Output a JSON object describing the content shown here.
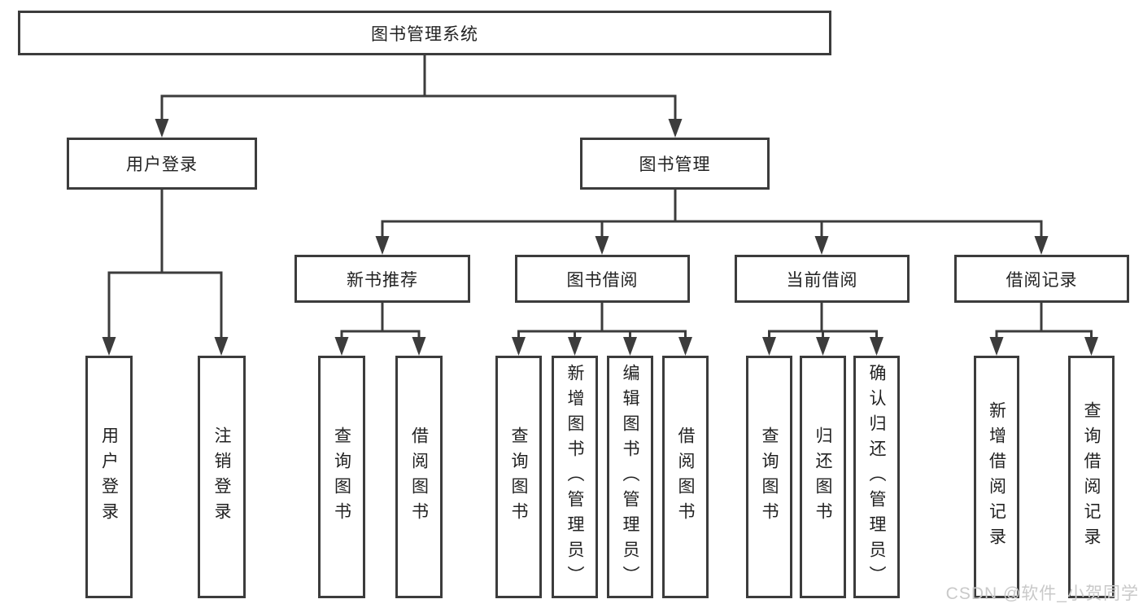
{
  "colors": {
    "line": "#3c3c3c",
    "text": "#222222",
    "background": "#ffffff",
    "watermark_color": "#c9c9c9"
  },
  "watermark": {
    "text": "CSDN @软件_小贺同学"
  },
  "tree": {
    "label": "图书管理系统",
    "children": [
      {
        "label": "用户登录",
        "children": [
          {
            "label": "用户登录"
          },
          {
            "label": "注销登录"
          }
        ]
      },
      {
        "label": "图书管理",
        "children": [
          {
            "label": "新书推荐",
            "children": [
              {
                "label": "查询图书"
              },
              {
                "label": "借阅图书"
              }
            ]
          },
          {
            "label": "图书借阅",
            "children": [
              {
                "label": "查询图书"
              },
              {
                "label": "新增图书（管理员）"
              },
              {
                "label": "编辑图书（管理员）"
              },
              {
                "label": "借阅图书"
              }
            ]
          },
          {
            "label": "当前借阅",
            "children": [
              {
                "label": "查询图书"
              },
              {
                "label": "归还图书"
              },
              {
                "label": "确认归还（管理员）"
              }
            ]
          },
          {
            "label": "借阅记录",
            "children": [
              {
                "label": "新增借阅记录"
              },
              {
                "label": "查询借阅记录"
              }
            ]
          }
        ]
      }
    ]
  }
}
